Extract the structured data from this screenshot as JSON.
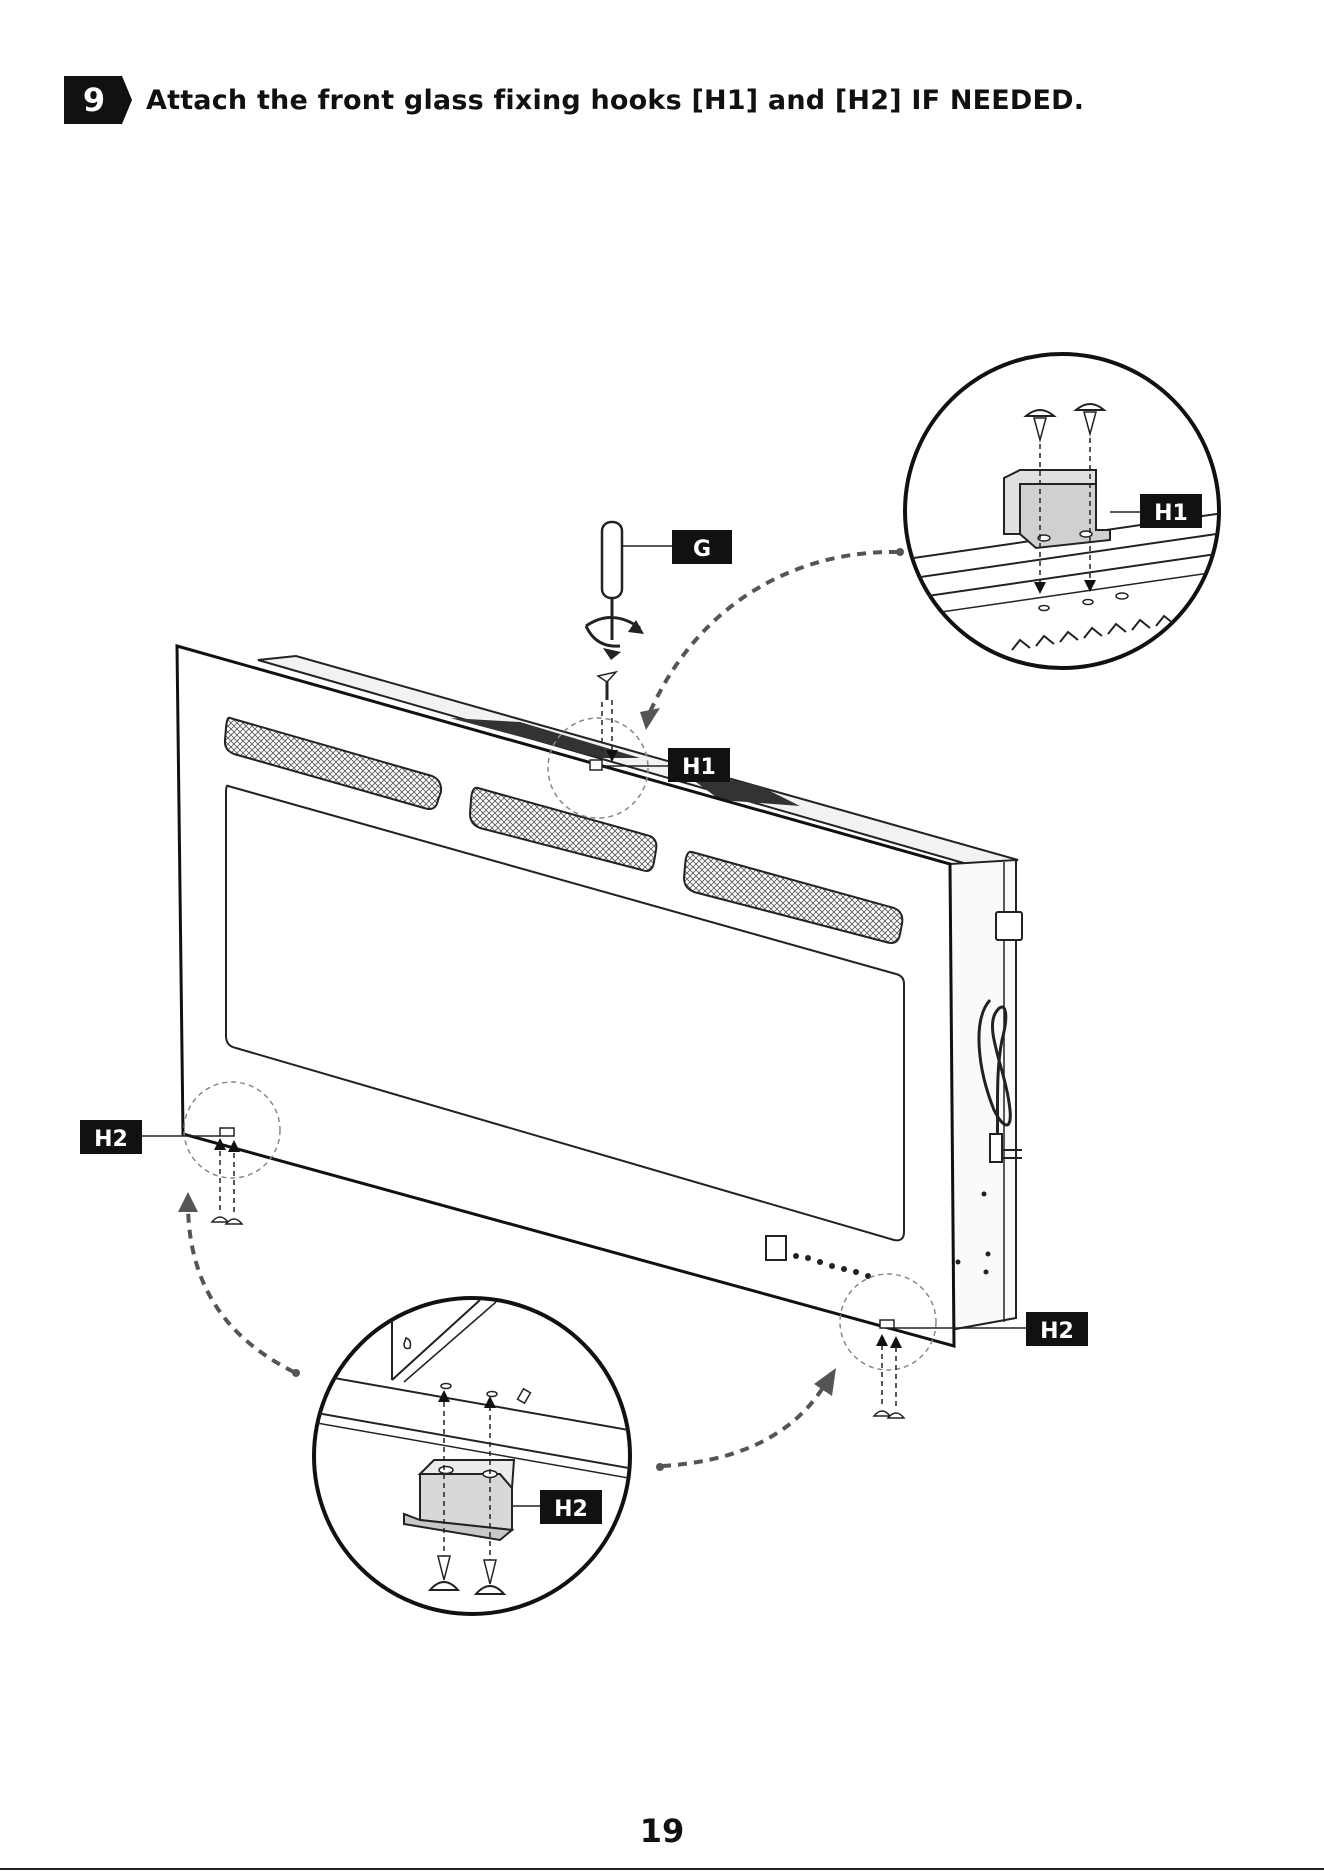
{
  "step": {
    "number": "9",
    "title": "Attach the front glass fixing hooks [H1] and [H2] IF NEEDED."
  },
  "labels": {
    "tool": "G",
    "hook_top": "H1",
    "hook_top_detail": "H1",
    "hook_bottom_left": "H2",
    "hook_bottom_right": "H2",
    "hook_bottom_detail": "H2"
  },
  "page": {
    "number": "19"
  }
}
